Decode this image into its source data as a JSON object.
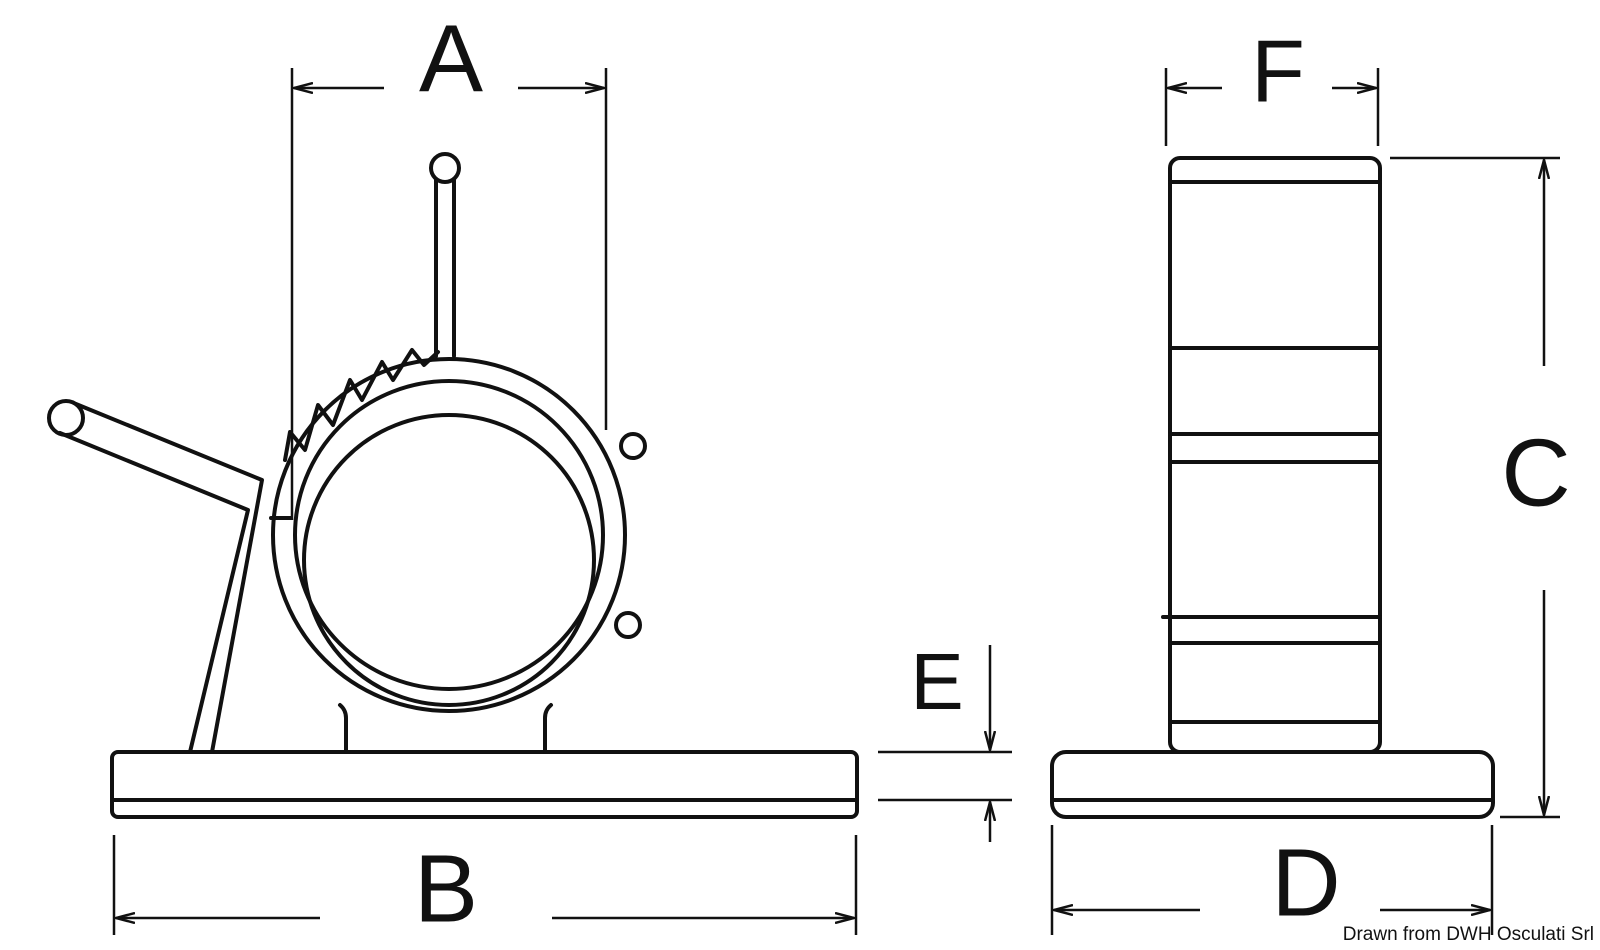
{
  "labels": {
    "A": "A",
    "B": "B",
    "C": "C",
    "D": "D",
    "E": "E",
    "F": "F"
  },
  "credit": "Drawn from DWH Osculati Srl",
  "colors": {
    "line": "#111111",
    "background": "#ffffff"
  }
}
